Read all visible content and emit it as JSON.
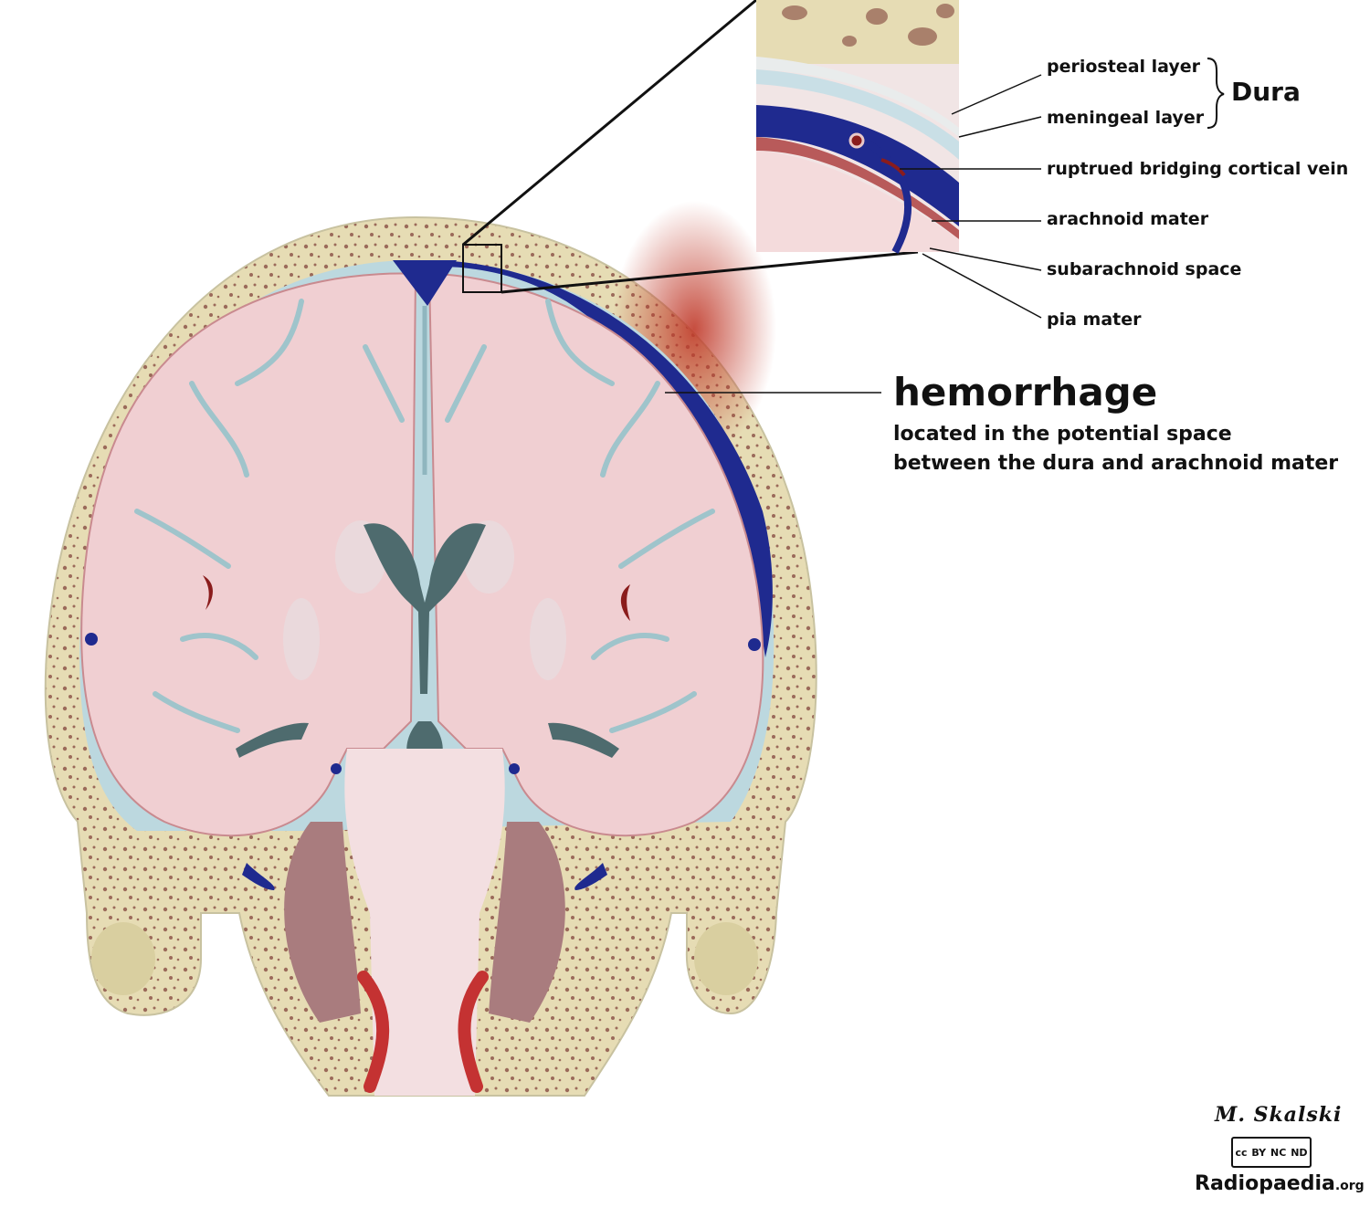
{
  "labels": {
    "periosteal": "periosteal layer",
    "meningeal": "meningeal layer",
    "dura": "Dura",
    "bridging_vein": "ruptrued bridging cortical vein",
    "arachnoid": "arachnoid mater",
    "subarachnoid": "subarachnoid space",
    "pia": "pia mater"
  },
  "hemorrhage": {
    "title": "hemorrhage",
    "line1": "located in the potential space",
    "line2": "between the dura and arachnoid mater"
  },
  "credit": {
    "signature": "M. Skalski",
    "license_marks": [
      "cc",
      "BY",
      "NC",
      "ND"
    ],
    "site_name": "Radiopaedia",
    "site_tld": ".org"
  },
  "colors": {
    "bone": "#e6dcb4",
    "brain": "#f0cfd2",
    "hematoma": "#1f2a8f",
    "csf": "#b6d7df",
    "ventricle": "#4e6b6e",
    "artery": "#c43232"
  }
}
